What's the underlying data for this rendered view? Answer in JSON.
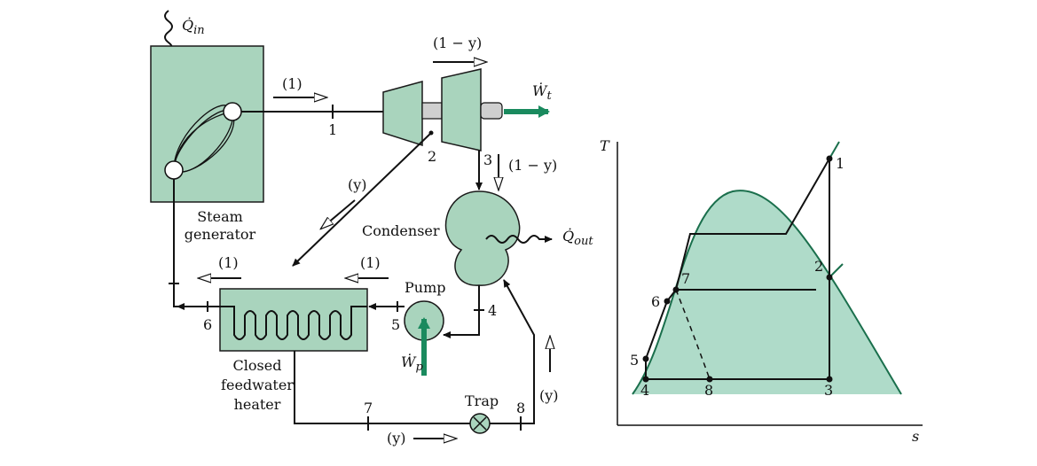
{
  "schematic": {
    "heat_in": {
      "symbol": "Q",
      "sub": "in"
    },
    "steam_generator": {
      "line1": "Steam",
      "line2": "generator"
    },
    "flow_top": "(1)",
    "flow_turbine": "(1 − y)",
    "work_turbine": {
      "symbol": "W",
      "sub": "t"
    },
    "extraction": "(y)",
    "exhaust": "(1 − y)",
    "condenser": "Condenser",
    "heat_out": {
      "symbol": "Q",
      "sub": "out"
    },
    "pump": "Pump",
    "work_pump": {
      "symbol": "W",
      "sub": "p"
    },
    "flow_left": "(1)",
    "flow_mid": "(1)",
    "fwh": {
      "line1": "Closed",
      "line2": "feedwater",
      "line3": "heater"
    },
    "trap": "Trap",
    "drain_flow": "(y)",
    "bottom_flow": "(y)",
    "states": {
      "s1": "1",
      "s2": "2",
      "s3": "3",
      "s4": "4",
      "s5": "5",
      "s6": "6",
      "s7": "7",
      "s8": "8"
    }
  },
  "ts_diagram": {
    "y_axis": "T",
    "x_axis": "s",
    "states": {
      "s1": "1",
      "s2": "2",
      "s3": "3",
      "s4": "4",
      "s5": "5",
      "s6": "6",
      "s7": "7",
      "s8": "8"
    }
  },
  "colors": {
    "equipment": "#a9d4bd",
    "accent_green": "#1a8a5e",
    "dome": "#5fb894"
  }
}
